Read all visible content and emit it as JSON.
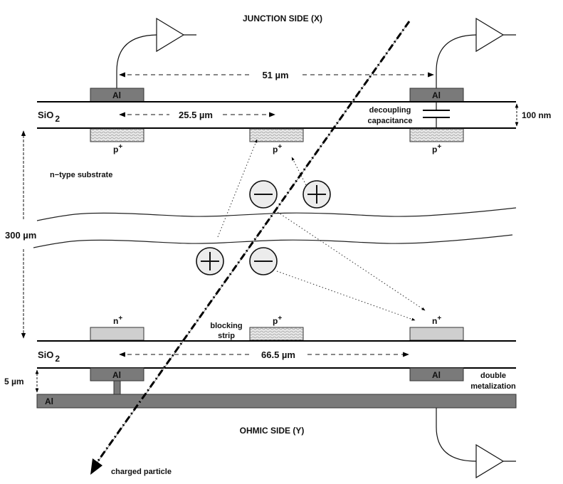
{
  "diagram": {
    "type": "silicon double-sided microstrip detector cross-section",
    "top_title": "JUNCTION SIDE (X)",
    "bottom_title": "OHMIC SIDE (Y)",
    "layers": {
      "oxide_top": "SiO",
      "oxide_top_sub": "2",
      "oxide_bottom": "SiO",
      "oxide_bottom_sub": "2",
      "substrate": "n−type substrate",
      "backplane_metal": "Al"
    },
    "junction_side": {
      "metal_strip_label": "Al",
      "implant_label": "p",
      "implant_sup": "+",
      "strip_pitch": "51  µm",
      "implant_pitch": "25.5 µm",
      "oxide_thickness": "100 nm",
      "coupling_label_line1": "decoupling",
      "coupling_label_line2": "capacitance"
    },
    "ohmic_side": {
      "implant_label": "n",
      "implant_sup": "+",
      "blocking_implant_label": "p",
      "blocking_implant_sup": "+",
      "blocking_label_line1": "blocking",
      "blocking_label_line2": "strip",
      "metal_strip_label": "Al",
      "strip_pitch": "66.5 µm",
      "double_metal_gap": "5  µm",
      "double_metal_label_line1": "double",
      "double_metal_label_line2": "metalization"
    },
    "substrate_thickness": "300  µm",
    "particle_label": "charged particle",
    "carriers": [
      {
        "sign": "minus",
        "role": "electron"
      },
      {
        "sign": "plus",
        "role": "hole"
      },
      {
        "sign": "plus",
        "role": "hole"
      },
      {
        "sign": "minus",
        "role": "electron"
      }
    ],
    "colors": {
      "aluminium": "#7a7a7a",
      "n_plus": "#cfcfcf",
      "carrier_fill": "#ececec",
      "line": "#000000"
    }
  }
}
